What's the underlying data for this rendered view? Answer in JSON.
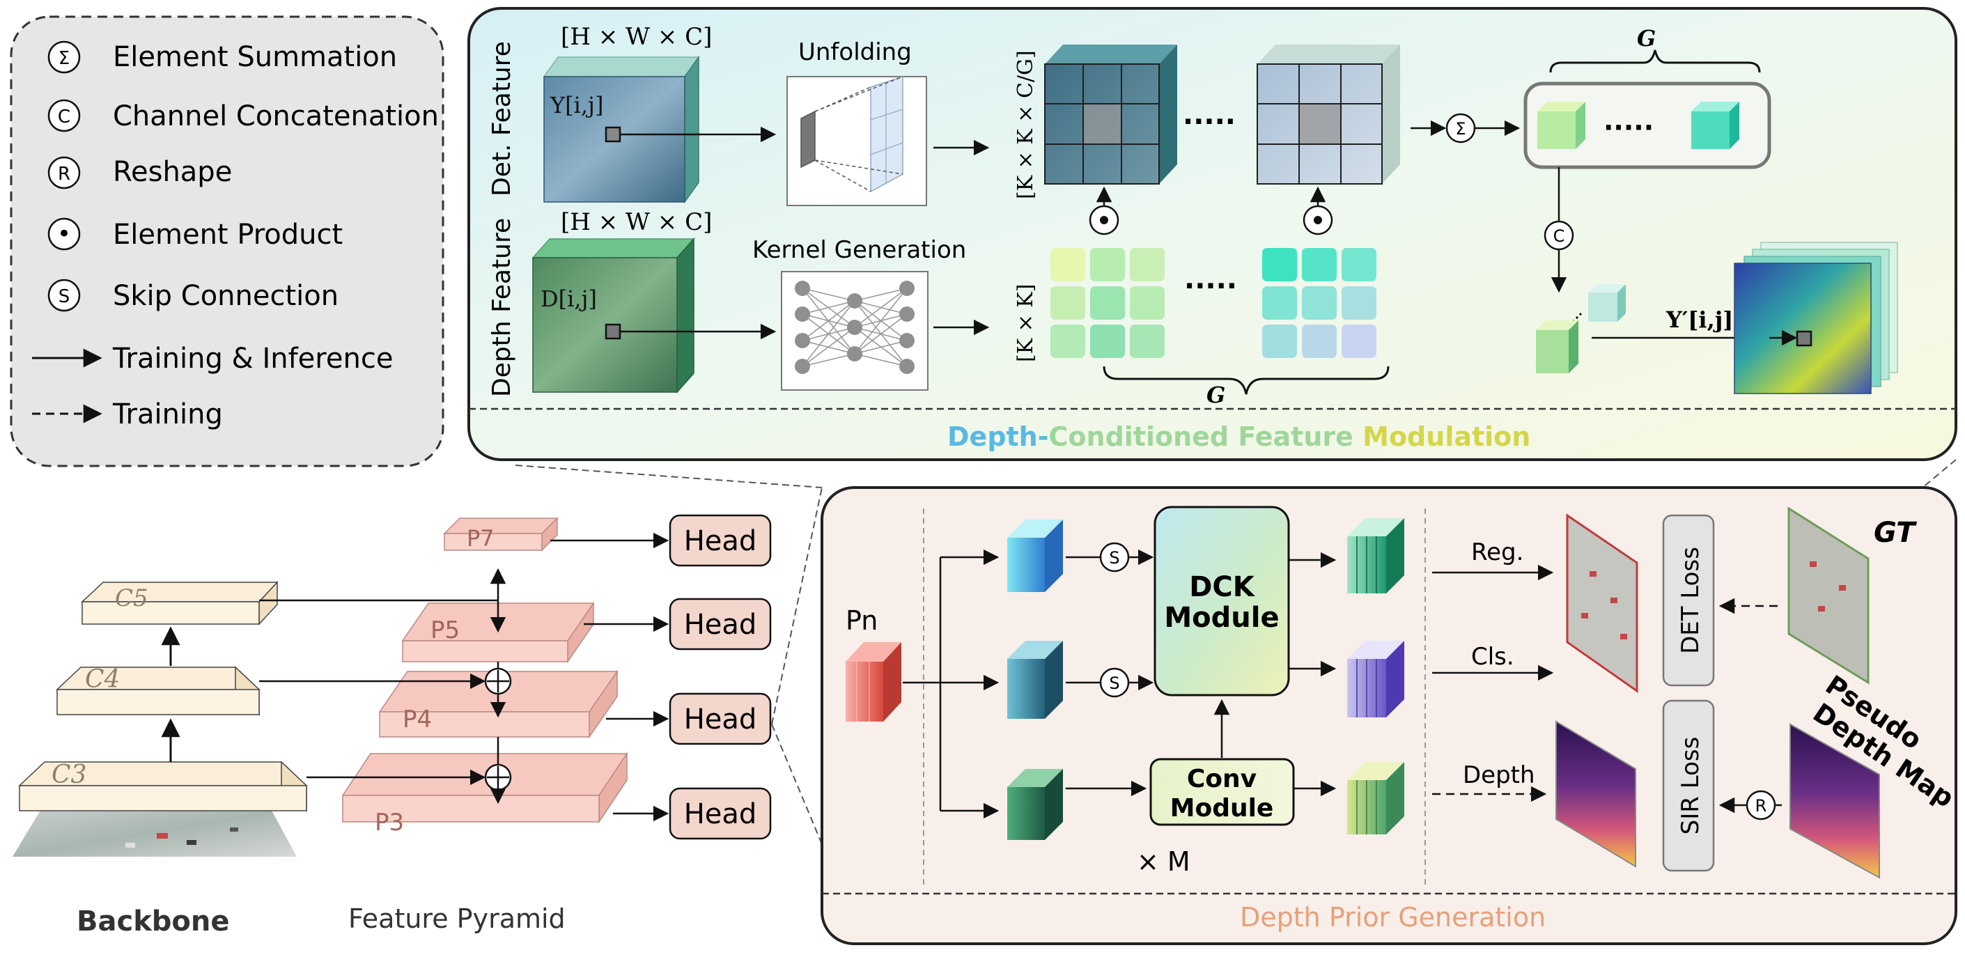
{
  "legend": {
    "items": [
      {
        "symbol": "Σ",
        "label": "Element Summation"
      },
      {
        "symbol": "C",
        "label": "Channel Concatenation"
      },
      {
        "symbol": "R",
        "label": "Reshape"
      },
      {
        "symbol": "•",
        "label": "Element Product"
      },
      {
        "symbol": "S",
        "label": "Skip Connection"
      }
    ],
    "solid_arrow_label": "Training & Inference",
    "dashed_arrow_label": "Training"
  },
  "top_panel": {
    "title_parts": [
      "Depth-",
      "Conditioned ",
      "Feature ",
      "Modulation"
    ],
    "det_feature_label": "Det. Feature",
    "depth_feature_label": "Depth Feature",
    "dims_det": "[H × W × C]",
    "dims_depth": "[H × W × C]",
    "y_label": "Y[i,j]",
    "d_label": "D[i,j]",
    "unfolding_label": "Unfolding",
    "kernel_gen_label": "Kernel Generation",
    "kkc_label": "[K × K × C/G]",
    "kk_label": "[K × K]",
    "dots": "·····",
    "g_label": "G",
    "y_prime_label": "Y′[i,j]",
    "sum_symbol": "Σ",
    "concat_symbol": "C"
  },
  "bottom_left": {
    "backbone_levels": [
      "C3",
      "C4",
      "C5"
    ],
    "pyramid_levels": [
      "P3",
      "P4",
      "P5",
      "P7"
    ],
    "head_label": "Head",
    "backbone_label": "Backbone",
    "pyramid_label": "Feature Pyramid"
  },
  "bottom_panel": {
    "title": "Depth Prior Generation",
    "pn_label": "Pn",
    "dck_label_1": "DCK",
    "dck_label_2": "Module",
    "conv_label_1": "Conv",
    "conv_label_2": "Module",
    "times_m": "× M",
    "skip_symbol": "S",
    "reg_label": "Reg.",
    "cls_label": "Cls.",
    "depth_label": "Depth",
    "det_loss": "DET Loss",
    "sir_loss": "SIR Loss",
    "gt_label": "GT",
    "pseudo_label_1": "Pseudo",
    "pseudo_label_2": "Depth Map",
    "reshape_symbol": "R"
  },
  "colors": {
    "head_fill": "#f3d6cc",
    "pyramid_fill": "#f6c8c0",
    "backbone_fill": "#fbeed8",
    "legend_bg": "#e6e6e6",
    "title_blue": "#5ab9e3",
    "title_green": "#9fd69b",
    "title_yellow": "#d4d64a",
    "title_orange": "#e7a079"
  }
}
